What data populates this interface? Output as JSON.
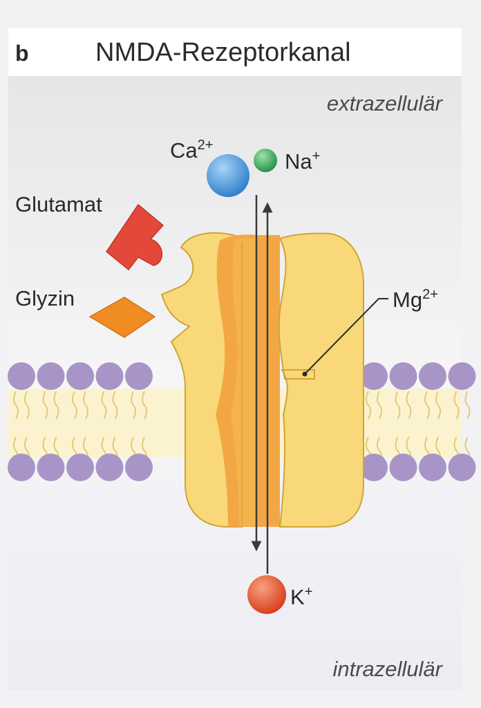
{
  "panel": {
    "letter": "b",
    "title": "NMDA-Rezeptorkanal"
  },
  "regions": {
    "top": "extrazellulär",
    "bottom": "intrazellulär"
  },
  "ions": {
    "ca": {
      "symbol": "Ca",
      "charge": "2+"
    },
    "na": {
      "symbol": "Na",
      "charge": "+"
    },
    "k": {
      "symbol": "K",
      "charge": "+"
    },
    "mg": {
      "symbol": "Mg",
      "charge": "2+"
    }
  },
  "ligands": {
    "glutamate": "Glutamat",
    "glycine": "Glyzin"
  },
  "colors": {
    "background": "#f2f2f4",
    "extracellular_top": "#e9e9eb",
    "intracellular": "#ececf4",
    "lipid_head": "#a994c8",
    "lipid_tail_band": "#fbf3d0",
    "lipid_tail": "#e4c976",
    "receptor": "#f8d878",
    "receptor_edge": "#cfa436",
    "pore": "#f2a744",
    "glutamate": "#e4483a",
    "glycine": "#ef8c22",
    "calcium": "#4a9fe0",
    "sodium": "#3fb36a",
    "potassium": "#ea5a33"
  }
}
